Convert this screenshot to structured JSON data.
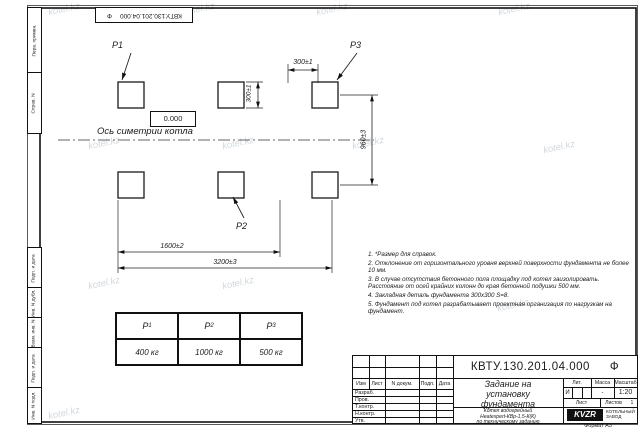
{
  "watermark": "kotel.kz",
  "stamp": {
    "code": "КВТУ.130.201.04.000",
    "suffix": "Ф"
  },
  "side_labels": {
    "perv": "Перв. примен.",
    "sprav": "Справ. N",
    "podp1": "Подп. и дата",
    "inv_dubl": "Инв. N дубл.",
    "vzam": "Взам. инв. N",
    "podp2": "Подп. и дата",
    "inv_podl": "Инв. N подл."
  },
  "drawing": {
    "labels": {
      "p1": "Р1",
      "p2": "Р2",
      "p3": "Р3"
    },
    "level": "0.000",
    "axis": "Ось симетрии котла",
    "dims": {
      "w300": "300±1",
      "h300": "300±1",
      "v960": "960±3",
      "h1600": "1600±2",
      "h3200": "3200±3"
    }
  },
  "notes": {
    "n1": "1. *Размер для справок.",
    "n2": "2. Отклонение от горизонтального уровня верхней поверхности фундамента не более 10 мм.",
    "n3": "3. В случае отсутствия бетонного пола площадку под котел заизолировать. Расстояние от осей крайних колонн до края бетонной подушки 500 мм.",
    "n4": "4. Закладная деталь фундамента  300х300 S=8.",
    "n5": "5. Фундамент под котел разрабатывает проектная организация по нагрузкам на фундамент."
  },
  "load_table": {
    "headers": [
      {
        "base": "Р",
        "sub": "1"
      },
      {
        "base": "Р",
        "sub": "2"
      },
      {
        "base": "Р",
        "sub": "3"
      }
    ],
    "values": [
      "400 кг",
      "1000 кг",
      "500 кг"
    ]
  },
  "title_block": {
    "code": "КВТУ.130.201.04.000",
    "suffix": "Ф",
    "title_l1": "Задание на",
    "title_l2": "установку",
    "title_l3": "фундамента",
    "subtitle_l1": "Котел водогрейный",
    "subtitle_l2": "Heatexpert-КВр-1,5-К(К)",
    "subtitle_l3": "по техническому заданию",
    "cols": {
      "izm": "Изм",
      "list": "Лист",
      "ndoc": "N докум.",
      "podp": "Подп.",
      "data": "Дата"
    },
    "roles": {
      "razrab": "Разраб.",
      "prov": "Пров.",
      "tkontr": "Т.контр.",
      "nkontr": "Н.контр.",
      "utv": "Утв."
    },
    "lit": "Лит.",
    "massa": "Масса",
    "masshtab": "Масштаб",
    "lit_val": "И",
    "massa_val": "-",
    "scale_val": "1:20",
    "sheet": "Лист",
    "sheets": "Листов",
    "sheets_val": "1",
    "logo": "KVZR",
    "logo_text_l1": "КОТЕЛЬНЫЙ",
    "logo_text_l2": "ЗАВОД",
    "format": "Формат А3"
  }
}
